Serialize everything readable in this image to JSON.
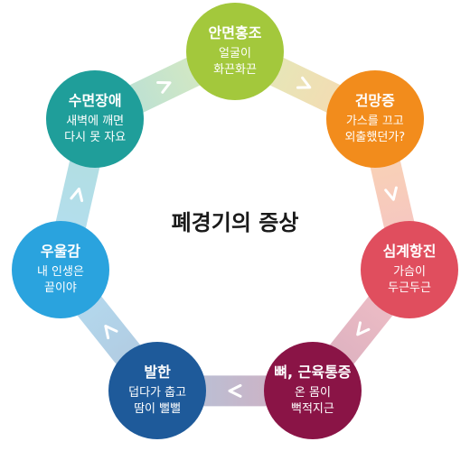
{
  "center": {
    "title": "폐경기의 증상"
  },
  "nodes": [
    {
      "title": "안면홍조",
      "desc": "얼굴이\n화끈화끈",
      "color": "#a3c83c"
    },
    {
      "title": "건망증",
      "desc": "가스를 끄고\n외출했던가?",
      "color": "#f28c1c"
    },
    {
      "title": "심계항진",
      "desc": "가슴이\n두근두근",
      "color": "#e04e5e"
    },
    {
      "title": "뼈, 근육통증",
      "desc": "온 몸이\n뻑적지근",
      "color": "#8a1446"
    },
    {
      "title": "발한",
      "desc": "덥다가 춥고\n땀이 뻘뻘",
      "color": "#1e5a9a"
    },
    {
      "title": "우울감",
      "desc": "내 인생은\n끝이야",
      "color": "#2aa3de"
    },
    {
      "title": "수면장애",
      "desc": "새벽에 깨면\n다시 못 자요",
      "color": "#1f9e9a"
    }
  ],
  "connectors": [
    {
      "from_color": "#a3c83c",
      "to_color": "#f28c1c"
    },
    {
      "from_color": "#f28c1c",
      "to_color": "#e04e5e"
    },
    {
      "from_color": "#e04e5e",
      "to_color": "#8a1446"
    },
    {
      "from_color": "#8a1446",
      "to_color": "#1e5a9a"
    },
    {
      "from_color": "#1e5a9a",
      "to_color": "#2aa3de"
    },
    {
      "from_color": "#2aa3de",
      "to_color": "#1f9e9a"
    },
    {
      "from_color": "#1f9e9a",
      "to_color": "#a3c83c"
    }
  ],
  "icons": {
    "connector": "chevron-right-icon"
  }
}
